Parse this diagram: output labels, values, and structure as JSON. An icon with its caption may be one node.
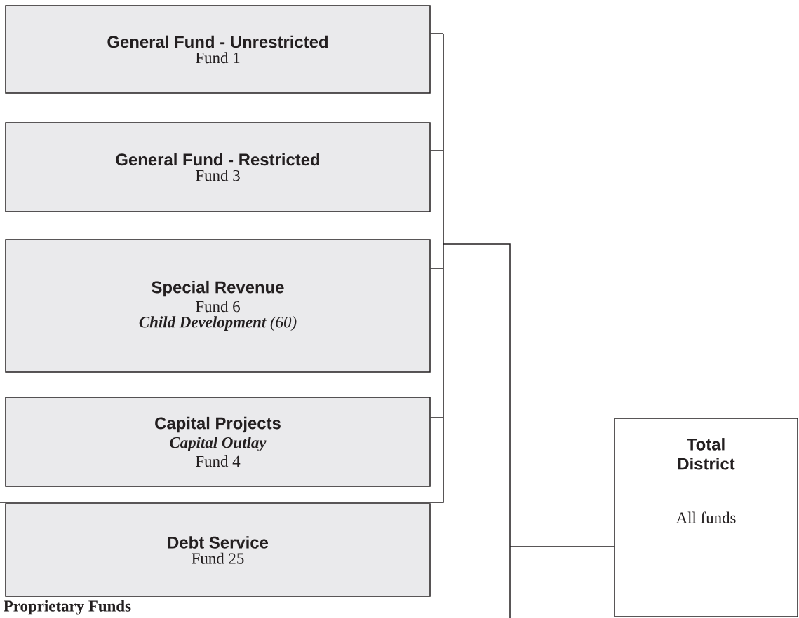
{
  "diagram": {
    "nodes": [
      {
        "text": [
          "General Fund - Unrestricted",
          "Fund 1"
        ]
      },
      {
        "text": [
          "General Fund - Restricted",
          "Fund 3"
        ]
      },
      {
        "text": [
          "Special Revenue",
          "Fund 6",
          "**Child Development** (60)"
        ]
      },
      {
        "text": [
          "Capital Projects",
          "Capital Outlay",
          "Fund 4"
        ]
      },
      {
        "text": [
          "Debt Service",
          "Fund 25"
        ]
      },
      {
        "text": [
          "Total District",
          "All funds"
        ]
      }
    ],
    "edges": [
      {
        "from": 0,
        "to": 5,
        "arrow": "none"
      },
      {
        "from": 1,
        "to": 5,
        "arrow": "none"
      },
      {
        "from": 2,
        "to": 5,
        "arrow": "none"
      },
      {
        "from": 3,
        "to": 5,
        "arrow": "none"
      }
    ],
    "labels": [
      "Proprietary Funds"
    ]
  }
}
